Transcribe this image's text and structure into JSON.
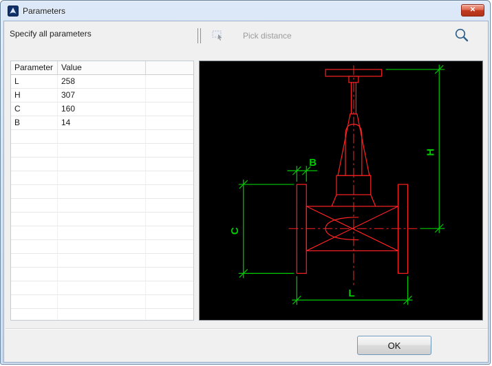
{
  "window": {
    "title": "Parameters",
    "close_glyph": "✕"
  },
  "toolbar": {
    "instruction": "Specify all parameters",
    "pick_distance": "Pick distance"
  },
  "table": {
    "columns": [
      "Parameter",
      "Value",
      ""
    ],
    "rows": [
      {
        "parameter": "L",
        "value": "258"
      },
      {
        "parameter": "H",
        "value": "307"
      },
      {
        "parameter": "C",
        "value": "160"
      },
      {
        "parameter": "B",
        "value": "14"
      }
    ],
    "empty_rows": 14
  },
  "preview": {
    "background": "#000000",
    "outline_color": "#ff2222",
    "dimension_color": "#00cc00",
    "labels": {
      "B": "B",
      "H": "H",
      "C": "C",
      "L": "L"
    }
  },
  "footer": {
    "ok": "OK"
  }
}
